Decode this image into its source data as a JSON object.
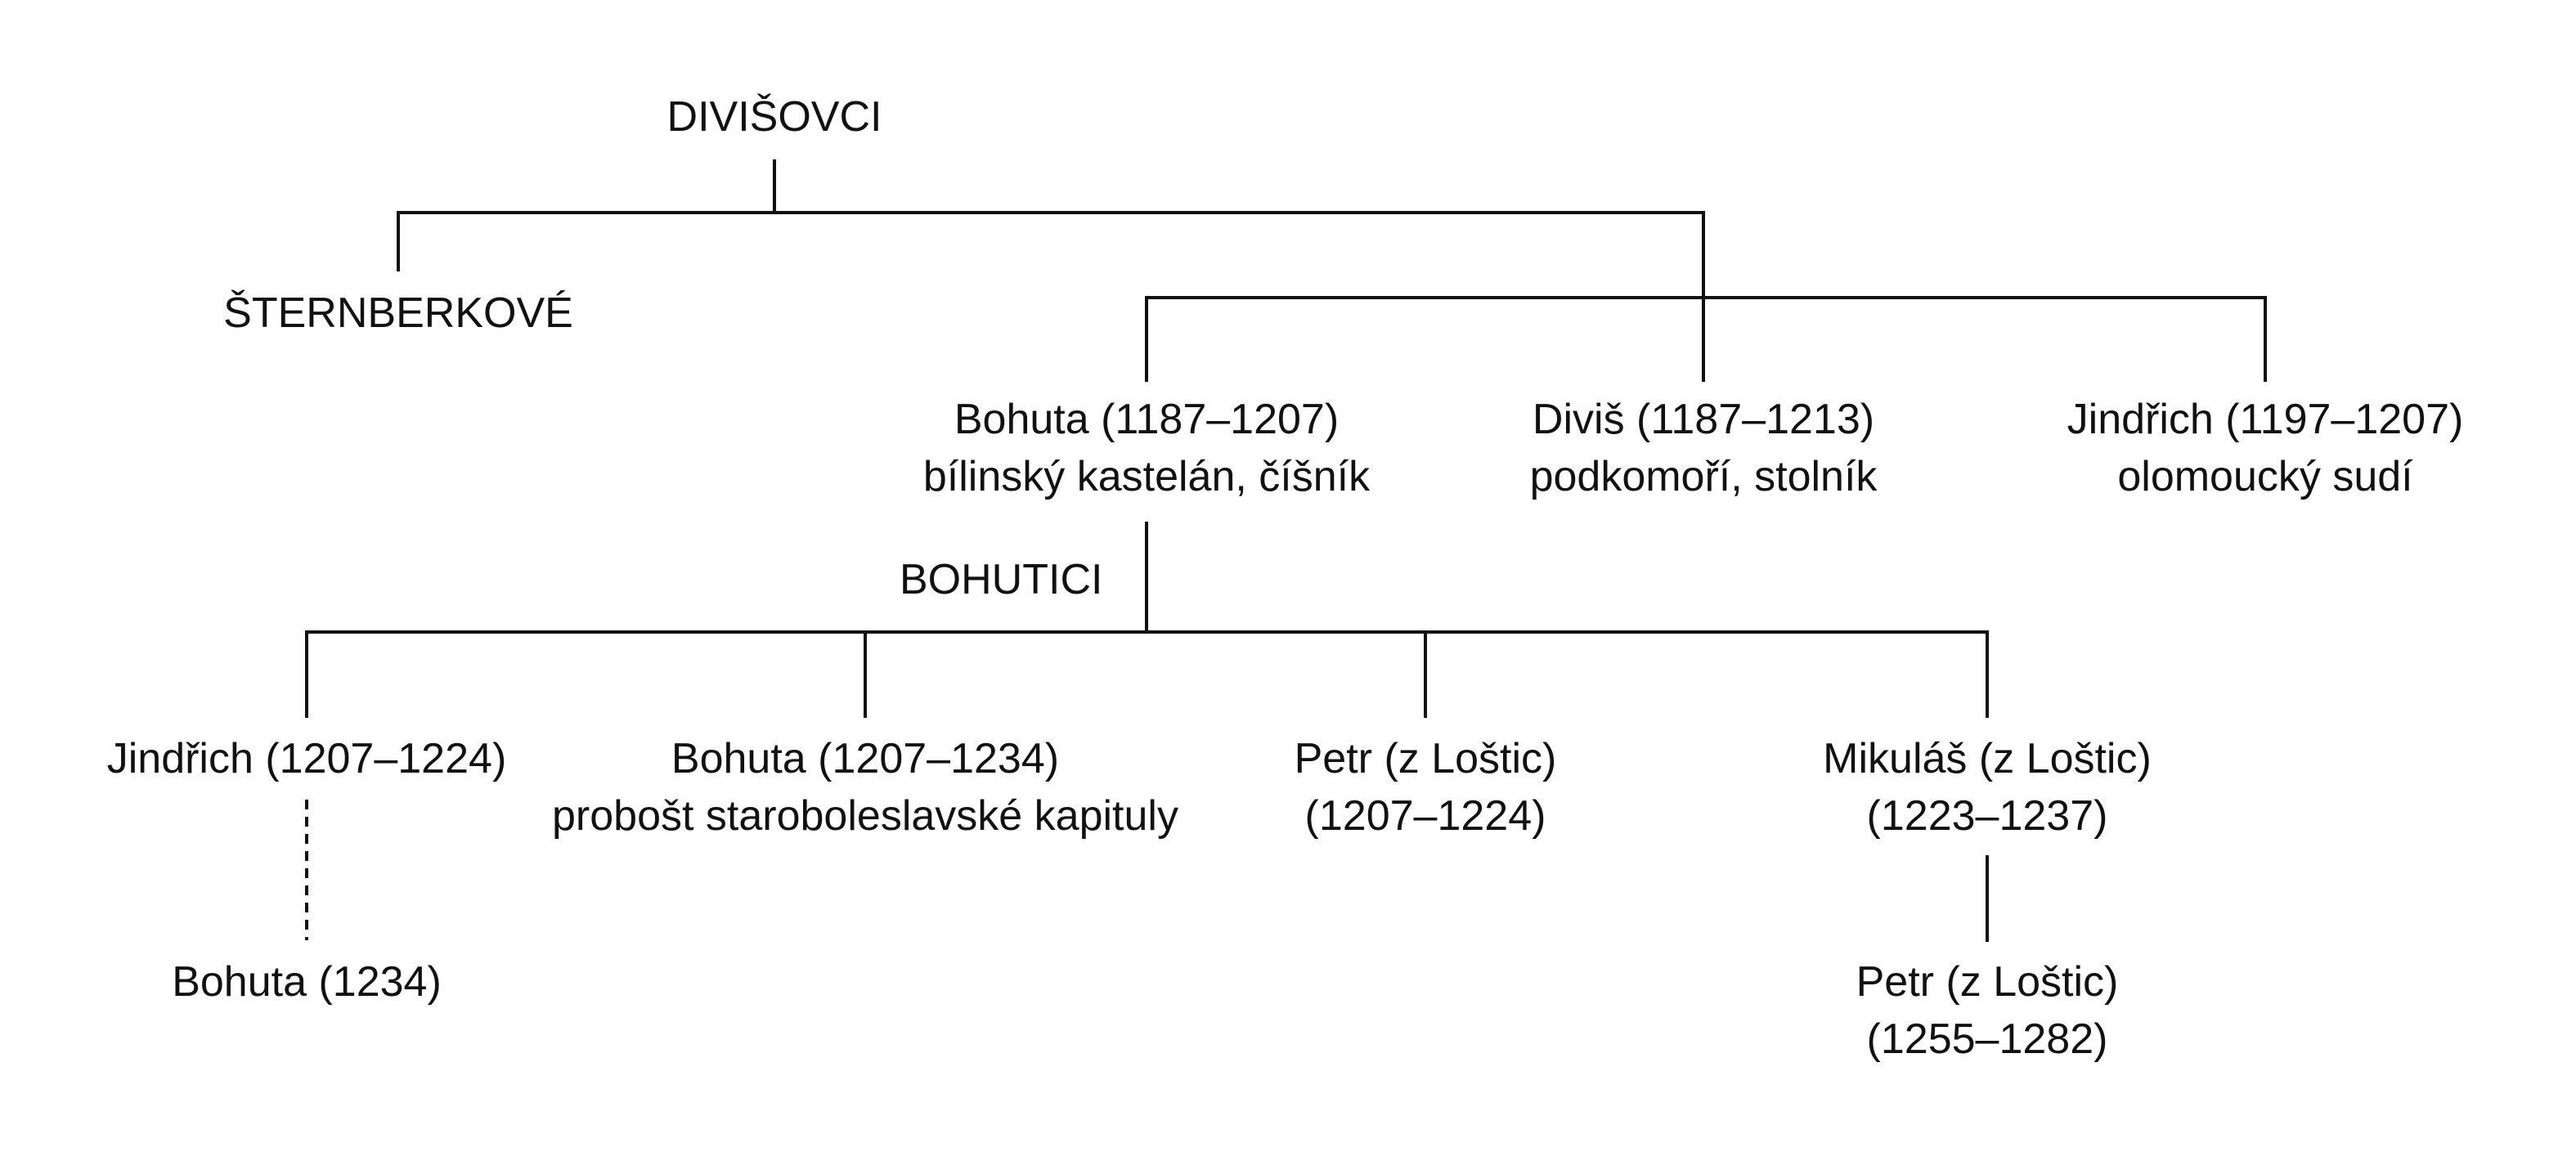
{
  "diagram": {
    "root": "DIVIŠOVCI",
    "sternberk": "ŠTERNBERKOVÉ",
    "bohuta_1": {
      "name": "Bohuta (1187–1207)",
      "role": "bílinský kastelán, číšník"
    },
    "divis": {
      "name": "Diviš (1187–1213)",
      "role": "podkomoří, stolník"
    },
    "jindrich_1": {
      "name": "Jindřich (1197–1207)",
      "role": "olomoucký sudí"
    },
    "bohutici": "BOHUTICI",
    "jindrich_2": {
      "name": "Jindřich (1207–1224)"
    },
    "bohuta_2": {
      "name": "Bohuta (1207–1234)",
      "role": "probošt staroboleslavské kapituly"
    },
    "petr_1": {
      "name": "Petr (z Loštic)",
      "years": "(1207–1224)"
    },
    "mikulas": {
      "name": "Mikuláš (z Loštic)",
      "years": "(1223–1237)"
    },
    "bohuta_3": {
      "name": "Bohuta (1234)"
    },
    "petr_2": {
      "name": "Petr (z Loštic)",
      "years": "(1255–1282)"
    },
    "colors": {
      "line": "#111111",
      "text": "#111111",
      "background": "#ffffff"
    }
  }
}
